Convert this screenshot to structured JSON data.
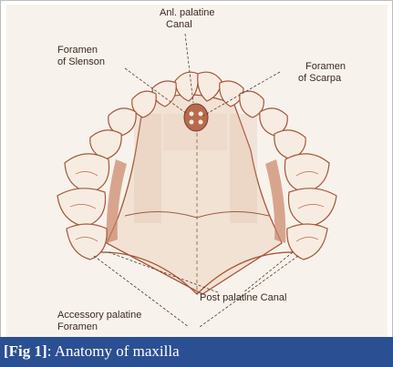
{
  "labels": {
    "ant_palatine_canal": [
      "Anl. palatine",
      "Canal"
    ],
    "foramen_of_stenson": [
      "Foramen",
      "of Slenson"
    ],
    "foramen_of_scarpa": [
      "Foramen",
      "of Scarpa"
    ],
    "post_palatine_canal": "Post palatine Canal",
    "accessory_palatine_foramen": [
      "Accessory palatine",
      "Foramen"
    ]
  },
  "caption": {
    "prefix": "[Fig 1]",
    "text": ": Anatomy of maxilla"
  },
  "colors": {
    "caption_bar": "#2b4f93",
    "bone_outline": "#a4573a",
    "background": "#f8f2ec"
  }
}
